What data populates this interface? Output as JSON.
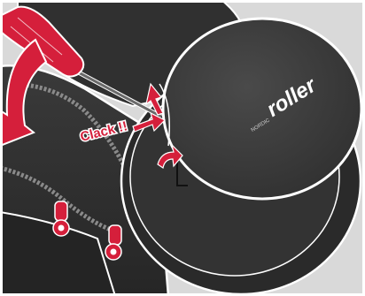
{
  "callout": {
    "text": "Clack !!"
  },
  "brand": {
    "prefix": "NORDIC",
    "name": "roller"
  },
  "icons": {
    "screwdriver": "screwdriver-icon",
    "rotate_arrow": "rotate-arrow-icon",
    "action_arrows": "arrow-icon"
  },
  "colors": {
    "accent": "#d51f3b",
    "background": "#d9d9d9",
    "lid": "#3d3d3d",
    "body": "#2f2f2f",
    "outline": "#ffffff"
  }
}
